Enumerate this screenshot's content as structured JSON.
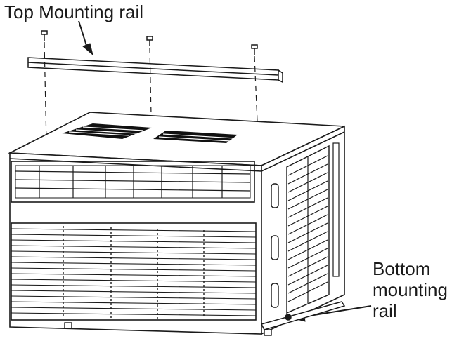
{
  "labels": {
    "top_rail": "Top Mounting rail",
    "bottom_rail_line1": "Bottom",
    "bottom_rail_line2": "mounting",
    "bottom_rail_line3": "rail"
  },
  "colors": {
    "stroke": "#1a1a1a",
    "background": "#ffffff",
    "vent_dark": "#111111"
  },
  "icons": {
    "screw": "screw-icon",
    "arrow": "pointer-arrow"
  }
}
